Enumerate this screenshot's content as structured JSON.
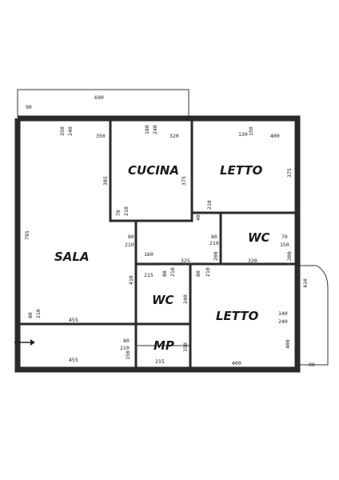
{
  "rooms": {
    "cucina": "CUCINA",
    "letto_top": "LETTO",
    "sala": "SALA",
    "wc_right": "WC",
    "wc_center": "WC",
    "letto_bottom": "LETTO",
    "mp": "MP"
  },
  "dims": {
    "balcony_width": "690",
    "balcony_depth": "90",
    "sala_top_w": "350",
    "sala_top_h": "240",
    "sala_top_w2": "350",
    "cucina_top_w": "180",
    "cucina_top_h": "240",
    "cucina_top_w2": "320",
    "letto_top_a": "130",
    "letto_top_b": "150",
    "letto_top_w": "400",
    "sala_height": "795",
    "cucina_h": "385",
    "cucina_h2": "375",
    "cucina_door_w": "70",
    "cucina_door_h": "210",
    "letto_right_h": "375",
    "letto_door_w": "40",
    "letto_door_h": "210",
    "hall_door_w": "80",
    "hall_door_h": "210",
    "hall_door2_w": "80",
    "hall_door2_h": "210",
    "hall_h": "160",
    "hall_w": "325",
    "wc_door_w": "80",
    "wc_door_h": "210",
    "wc_h": "200",
    "wc_w": "70",
    "wc_w2": "150",
    "wc_h2": "200",
    "wc_bottom_w": "320",
    "sala_door_w": "80",
    "sala_door_h": "210",
    "sala_bottom_w": "455",
    "sala_bottom_w2": "455",
    "wc2_w": "215",
    "wc2_door_w": "80",
    "wc2_door_h": "210",
    "wc2_h": "240",
    "wc2_side": "410",
    "letto_door2_w": "80",
    "letto_door2_h": "210",
    "letto2_w": "140",
    "letto2_h": "240",
    "letto2_h2": "400",
    "letto2_bottom_w": "400",
    "mp_door_w": "80",
    "mp_door_h": "210",
    "mp_h": "150",
    "mp_h2": "150",
    "mp_w": "215",
    "balc2_h": "410",
    "balc2_w": "90"
  }
}
